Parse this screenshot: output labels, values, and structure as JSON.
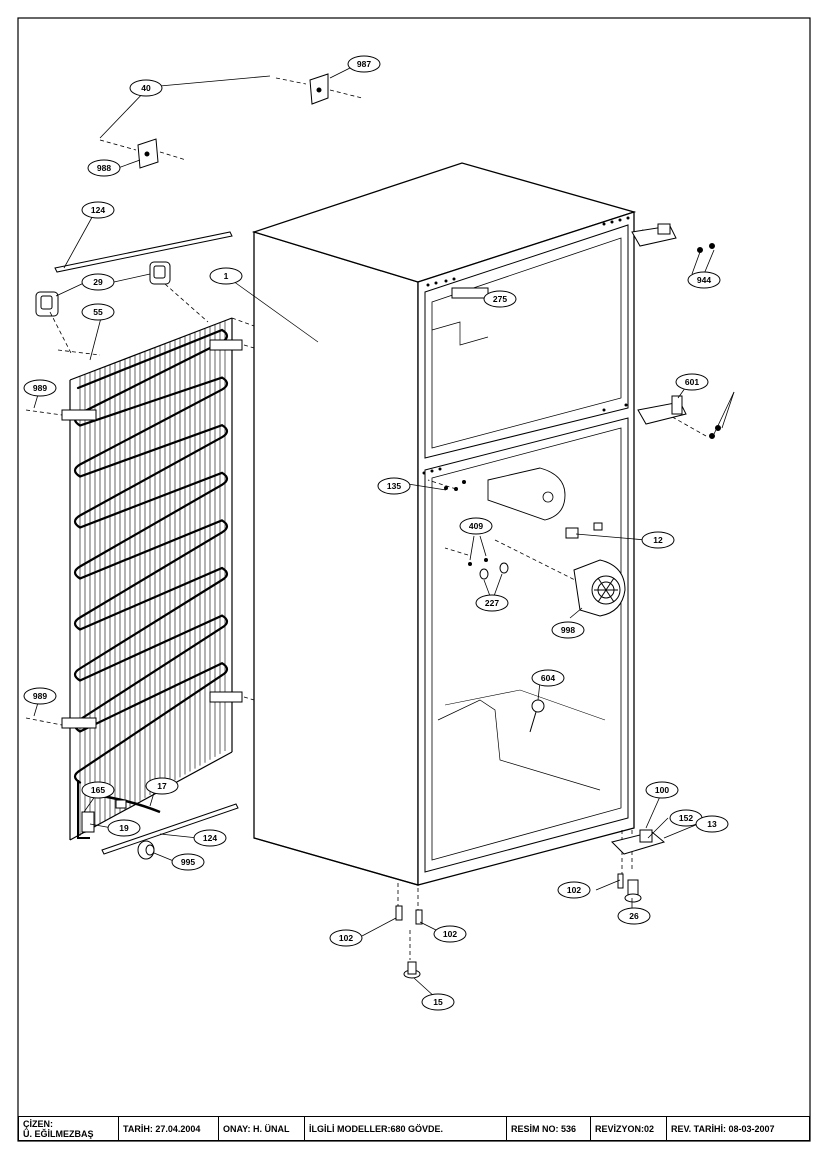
{
  "callouts": [
    "40",
    "987",
    "988",
    "124",
    "29",
    "1",
    "55",
    "989",
    "275",
    "944",
    "601",
    "135",
    "12",
    "409",
    "227",
    "998",
    "604",
    "165",
    "17",
    "19",
    "124",
    "995",
    "100",
    "152",
    "13",
    "102",
    "26",
    "102",
    "102",
    "15",
    "989"
  ],
  "title_block": {
    "drawn_by_label": "ÇİZEN:",
    "drawn_by": "Ü. EĞİLMEZBAŞ",
    "date": "TARİH: 27.04.2004",
    "approval": "ONAY: H. ÜNAL",
    "models": "İLGİLİ MODELLER:680 GÖVDE.",
    "drawing_no": "RESİM NO: 536",
    "revision": "REVİZYON:02",
    "rev_date": "REV. TARİHİ: 08-03-2007"
  }
}
